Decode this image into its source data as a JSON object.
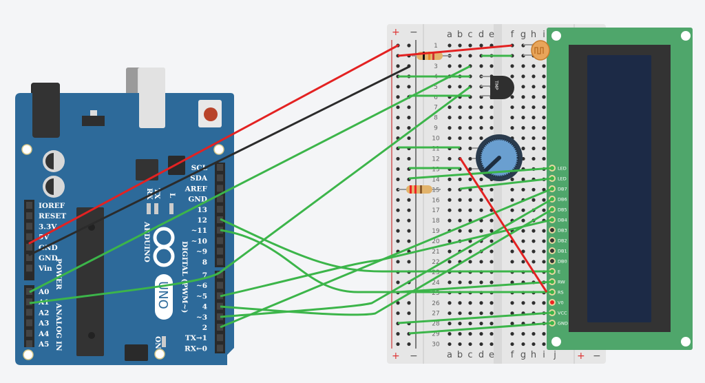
{
  "arduino": {
    "board_name": "ARDUINO",
    "model": "UNO",
    "power_section_label": "POWER",
    "analog_section_label": "ANALOG IN",
    "digital_section_label": "DIGITAL (PWM~)",
    "led_labels": [
      "RX",
      "TX",
      "L"
    ],
    "on_label": "ON",
    "power_pins": [
      "IOREF",
      "RESET",
      "3.3V",
      "5V",
      "GND",
      "GND",
      "Vin"
    ],
    "analog_pins": [
      "A0",
      "A1",
      "A2",
      "A3",
      "A4",
      "A5"
    ],
    "digital_pins_top": [
      "SCL",
      "SDA",
      "AREF",
      "GND",
      "13",
      "12",
      "~11",
      "~10",
      "~9",
      "8"
    ],
    "digital_pins_bottom": [
      "7",
      "~6",
      "~5",
      "4",
      "~3",
      "2",
      "TX→1",
      "RX←0"
    ],
    "colors": {
      "board": "#2d6a9a",
      "header": "#2a2a2a"
    }
  },
  "breadboard": {
    "rail_plus": "+",
    "rail_minus": "−",
    "columns_left": [
      "a",
      "b",
      "c",
      "d",
      "e"
    ],
    "columns_right": [
      "f",
      "g",
      "h",
      "i",
      "j"
    ],
    "rows": 30
  },
  "components": {
    "temp_sensor_label": "TMP",
    "potentiometer": "potentiometer",
    "photoresistor": "photoresistor",
    "resistors": [
      "resistor-row-2",
      "resistor-row-15"
    ]
  },
  "lcd": {
    "pins": [
      "LED",
      "LED",
      "DB7",
      "DB6",
      "DB5",
      "DB4",
      "DB3",
      "DB2",
      "DB1",
      "DB0",
      "E",
      "RW",
      "RS",
      "V0",
      "VCC",
      "GND"
    ],
    "colors": {
      "pcb": "#4fa66b",
      "bezel": "#333333",
      "screen": "#1c2a46"
    }
  },
  "wires": [
    {
      "from": "5V",
      "to": "rail+ row 2",
      "color": "#e32222"
    },
    {
      "from": "GND",
      "to": "rail- row 3",
      "color": "#2b2b2b"
    },
    {
      "from": "A0",
      "to": "d5",
      "color": "#3cb54a"
    },
    {
      "from": "A1",
      "to": "d2",
      "color": "#3cb54a"
    },
    {
      "from": "12",
      "to": "LCD E",
      "color": "#3cb54a"
    },
    {
      "from": "~11",
      "to": "LCD RS",
      "color": "#3cb54a"
    },
    {
      "from": "~5",
      "to": "LCD DB4",
      "color": "#3cb54a"
    },
    {
      "from": "4",
      "to": "LCD DB5",
      "color": "#3cb54a"
    },
    {
      "from": "~3",
      "to": "LCD DB6",
      "color": "#3cb54a"
    },
    {
      "from": "2",
      "to": "LCD DB7",
      "color": "#3cb54a"
    },
    {
      "from": "d12",
      "to": "LCD V0",
      "color": "#e32222"
    }
  ]
}
